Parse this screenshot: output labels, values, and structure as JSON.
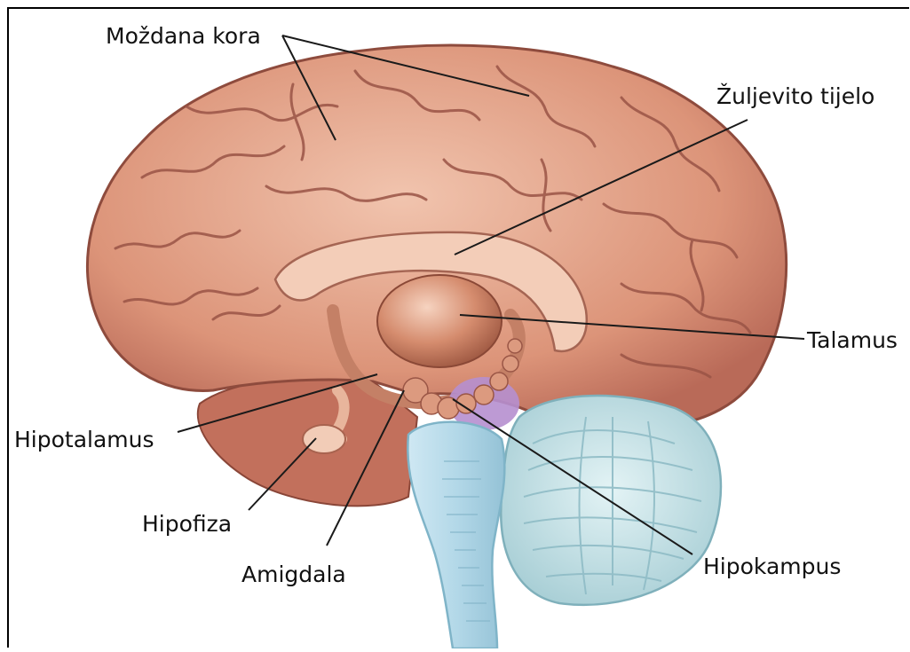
{
  "labels": {
    "cortex": "Moždana kora",
    "corpus_callosum": "Žuljevito tijelo",
    "thalamus": "Talamus",
    "hypothalamus": "Hipotalamus",
    "pituitary": "Hipofiza",
    "amygdala": "Amigdala",
    "hippocampus": "Hipokampus"
  },
  "colors": {
    "cortex": "#d98e72",
    "cortex_dark": "#a5584a",
    "cortex_light": "#efc0a9",
    "cerebellum": "#bfe0e6",
    "brainstem": "#b6dcea",
    "hippocampus_tissue": "#b48ad0",
    "leader_line": "#1a1a1a"
  }
}
